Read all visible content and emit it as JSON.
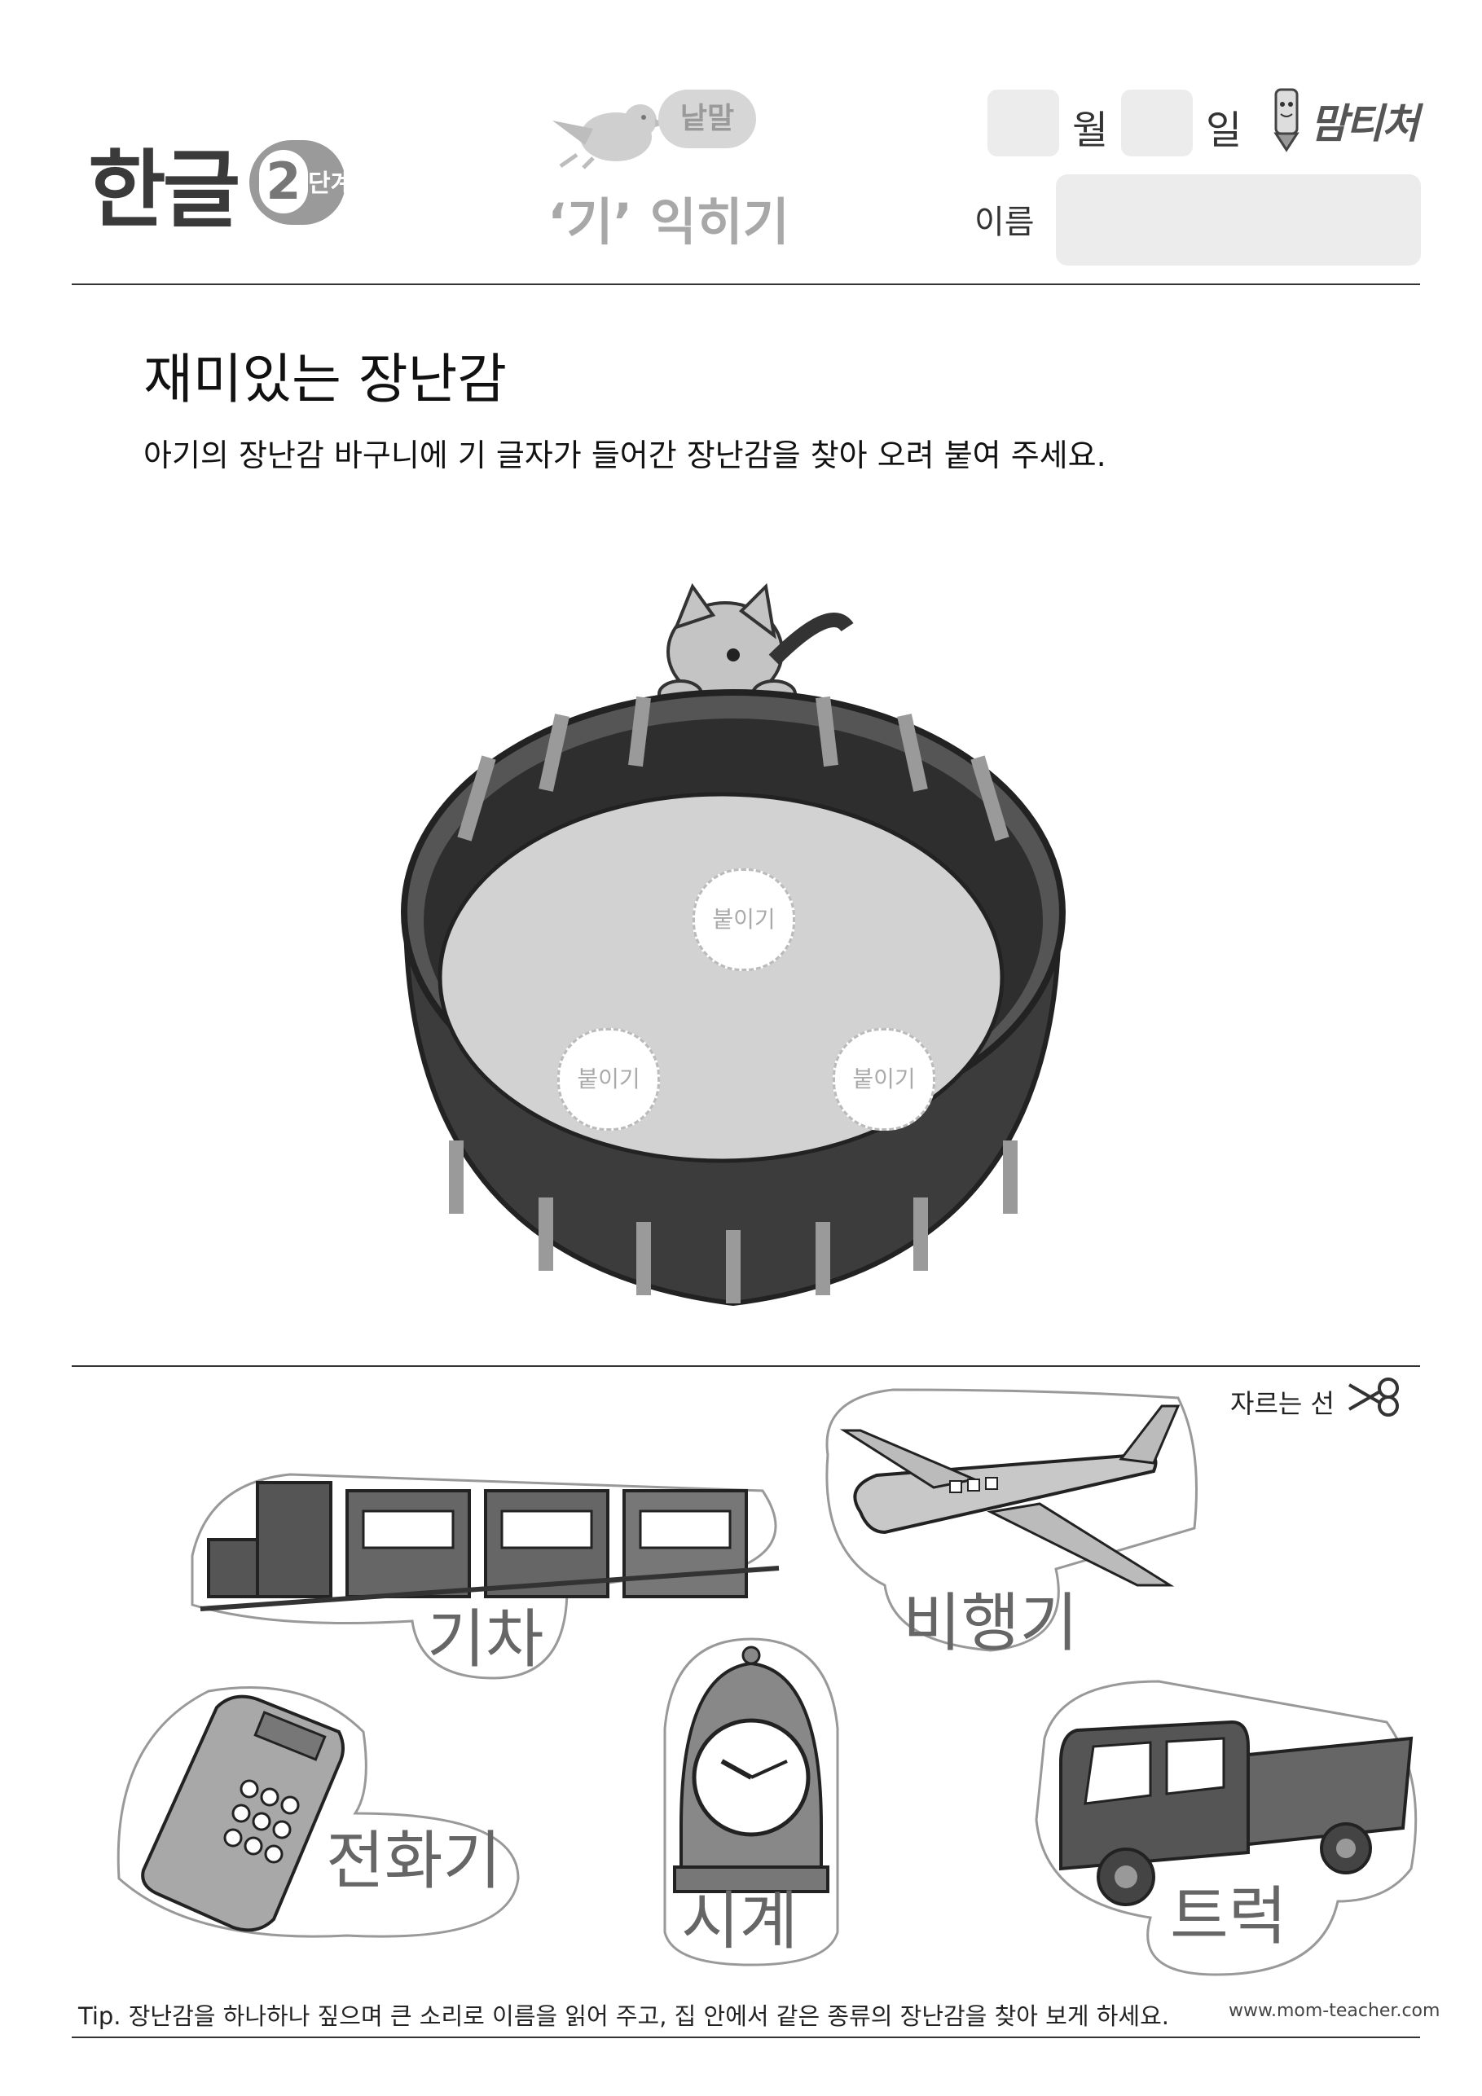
{
  "header": {
    "brand": "한글",
    "level_number": "2",
    "level_label": "단계",
    "word_tag": "낱말",
    "subtitle": "‘기’ 익히기",
    "month_label": "월",
    "day_label": "일",
    "name_label": "이름",
    "logo_text": "맘티처"
  },
  "main": {
    "title": "재미있는 장난감",
    "instruction": "아기의 장난감 바구니에 기 글자가 들어간 장난감을 찾아 오려 붙여 주세요.",
    "paste_spots": [
      "붙이기",
      "붙이기",
      "붙이기"
    ]
  },
  "cutouts": {
    "cut_line_label": "자르는 선",
    "items": [
      {
        "label": "기차",
        "icon": "train-icon"
      },
      {
        "label": "비행기",
        "icon": "airplane-icon"
      },
      {
        "label": "전화기",
        "icon": "telephone-icon"
      },
      {
        "label": "시계",
        "icon": "clock-icon"
      },
      {
        "label": "트럭",
        "icon": "truck-icon"
      }
    ]
  },
  "footer": {
    "tip": "Tip. 장난감을 하나하나 짚으며 큰 소리로 이름을 읽어 주고, 집 안에서 같은 종류의 장난감을 찾아 보게 하세요.",
    "url": "www.mom-teacher.com"
  }
}
